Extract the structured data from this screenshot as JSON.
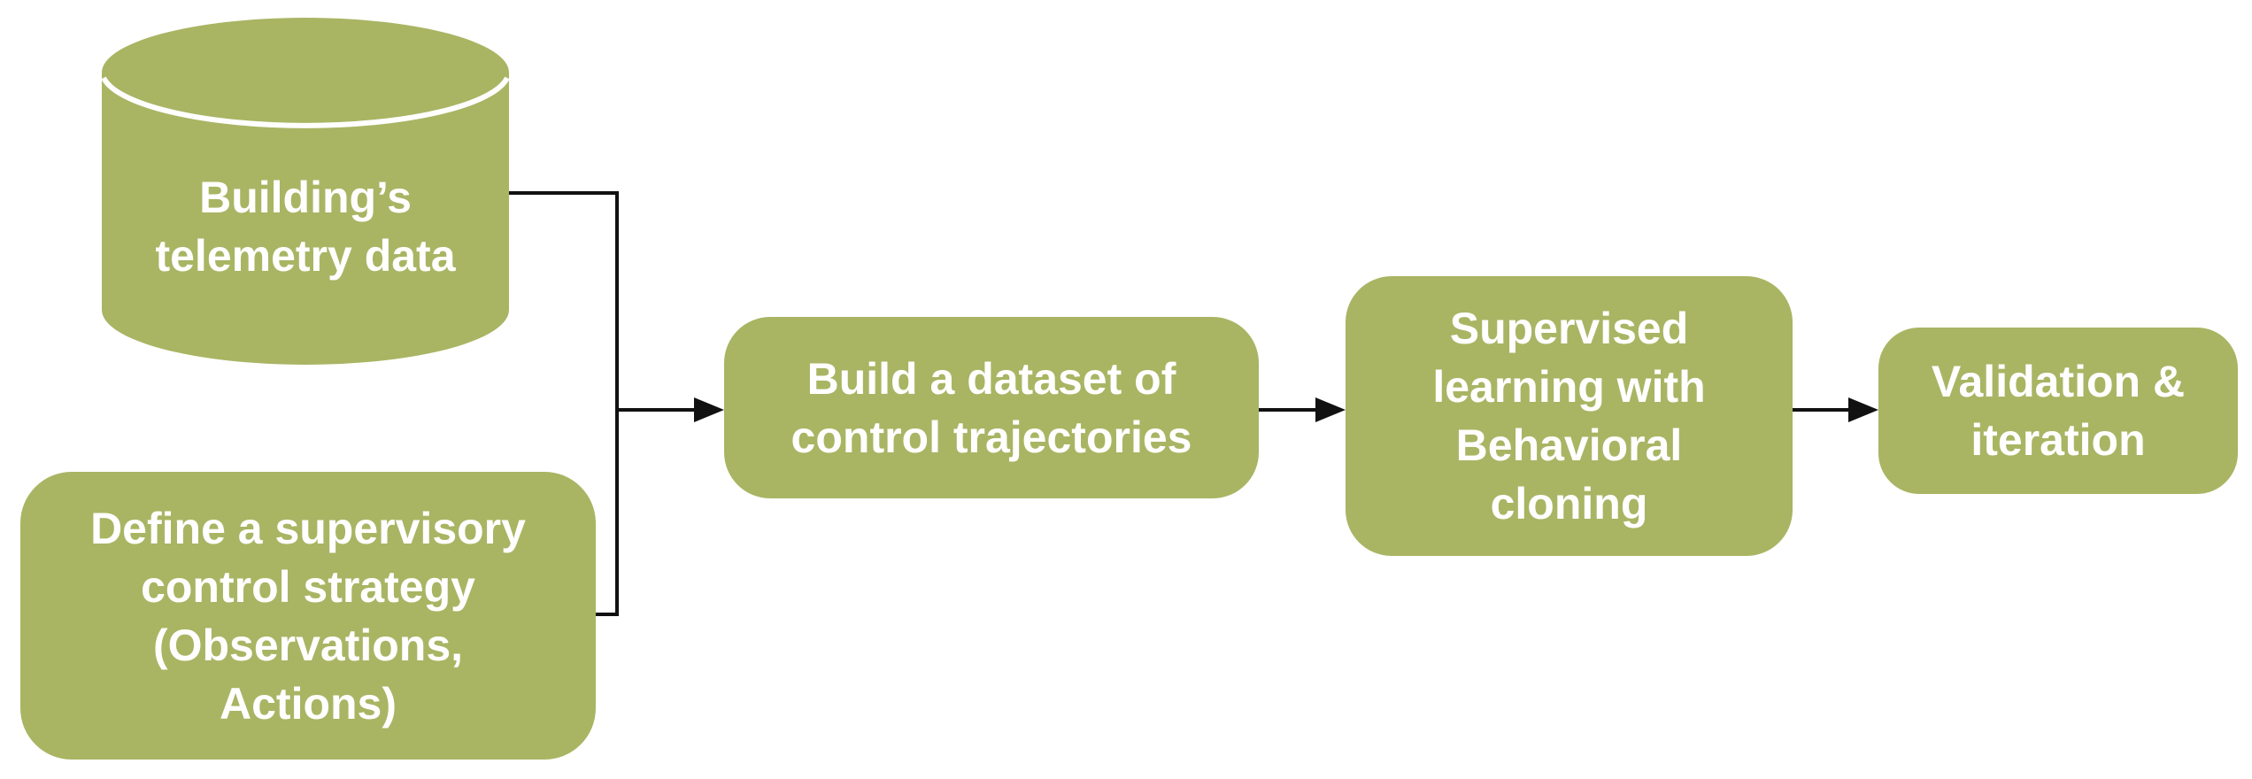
{
  "diagram": {
    "type": "flowchart",
    "colors": {
      "node_fill": "#a9b563",
      "node_text": "#ffffff",
      "connector": "#111111",
      "background": "#ffffff",
      "cylinder_separator": "#ffffff"
    },
    "nodes": [
      {
        "id": "telemetry-database",
        "shape": "cylinder",
        "lines": [
          "Building’s",
          "telemetry data"
        ]
      },
      {
        "id": "define-strategy",
        "shape": "rounded-rect",
        "lines": [
          "Define a supervisory",
          "control strategy",
          "(Observations,",
          "Actions)"
        ]
      },
      {
        "id": "build-dataset",
        "shape": "rounded-rect",
        "lines": [
          "Build a dataset of",
          "control trajectories"
        ]
      },
      {
        "id": "supervised-learning",
        "shape": "rounded-rect",
        "lines": [
          "Supervised",
          "learning with",
          "Behavioral",
          "cloning"
        ]
      },
      {
        "id": "validation",
        "shape": "rounded-rect",
        "lines": [
          "Validation &",
          "iteration"
        ]
      }
    ],
    "edges": [
      {
        "from": "telemetry-database",
        "to": "build-dataset"
      },
      {
        "from": "define-strategy",
        "to": "build-dataset"
      },
      {
        "from": "build-dataset",
        "to": "supervised-learning"
      },
      {
        "from": "supervised-learning",
        "to": "validation"
      }
    ]
  }
}
